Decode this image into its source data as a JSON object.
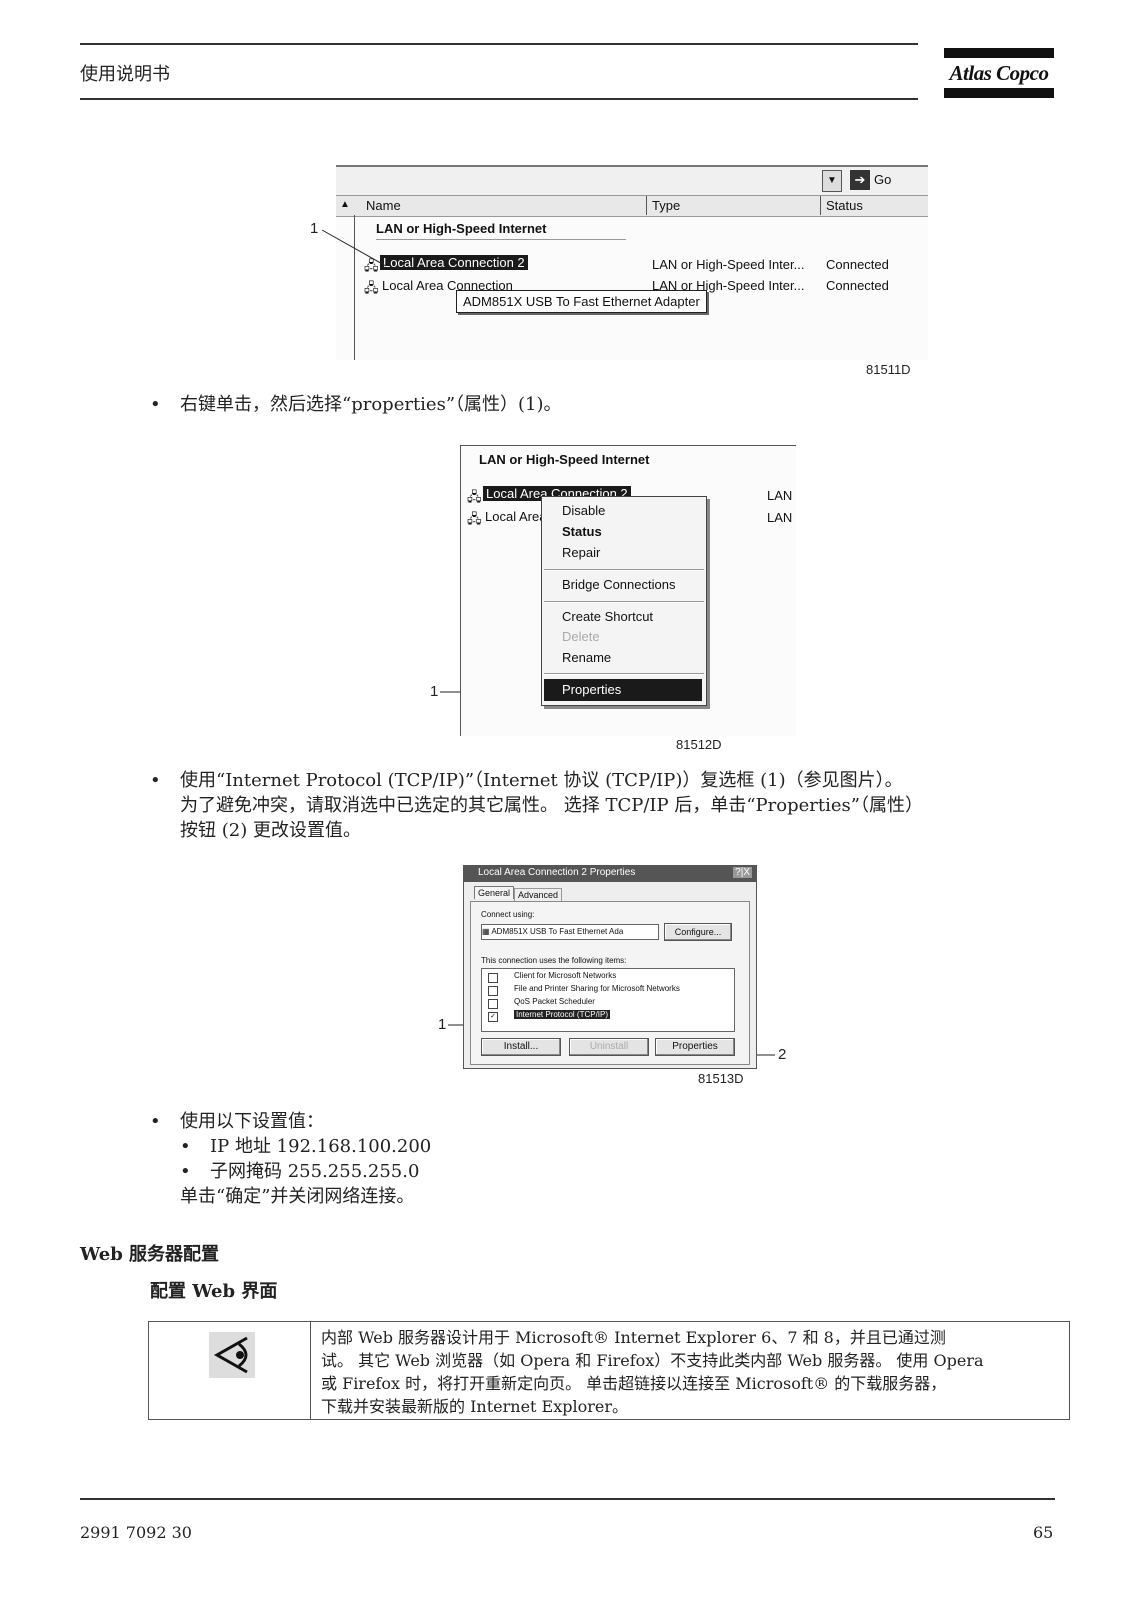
{
  "header": {
    "title": "使用说明书",
    "logo": "Atlas Copco"
  },
  "fig1": {
    "address_go": "Go",
    "columns": [
      "Name",
      "Type",
      "Status"
    ],
    "group": "LAN or High-Speed Internet",
    "rows": [
      {
        "name": "Local Area Connection 2",
        "type": "LAN or High-Speed Inter...",
        "status": "Connected"
      },
      {
        "name": "Local Area Connection",
        "type": "LAN or High-Speed Inter...",
        "status": "Connected"
      }
    ],
    "tooltip": "ADM851X USB To Fast Ethernet Adapter",
    "callout": "1",
    "figure_id": "81511D"
  },
  "step1": "右键单击，然后选择“properties”（属性）(1)。",
  "fig2": {
    "group": "LAN or High-Speed Internet",
    "row1": "Local Area Connection 2",
    "row2": "Local Area Connection",
    "col_partial": "LAN",
    "menu": [
      "Disable",
      "Status",
      "Repair",
      "Bridge Connections",
      "Create Shortcut",
      "Delete",
      "Rename",
      "Properties"
    ],
    "callout": "1",
    "figure_id": "81512D"
  },
  "step2": [
    "使用“Internet Protocol (TCP/IP)”（Internet 协议 (TCP/IP)）复选框 (1)（参见图片）。",
    "为了避免冲突，请取消选中已选定的其它属性。 选择 TCP/IP 后，单击“Properties”（属性）",
    "按钮 (2) 更改设置值。"
  ],
  "fig3": {
    "title": "Local Area Connection 2 Properties",
    "title_buttons": "?|X",
    "tabs": [
      "General",
      "Advanced"
    ],
    "connect_using": "Connect using:",
    "adapter": "ADM851X USB To Fast Ethernet Ada",
    "configure": "Configure...",
    "uses_items": "This connection uses the following items:",
    "items": [
      "Client for Microsoft Networks",
      "File and Printer Sharing for Microsoft Networks",
      "QoS Packet Scheduler",
      "Internet Protocol (TCP/IP)"
    ],
    "buttons": [
      "Install...",
      "Uninstall",
      "Properties"
    ],
    "callout1": "1",
    "callout2": "2",
    "figure_id": "81513D"
  },
  "step3": {
    "intro": "使用以下设置值：",
    "ip": "IP 地址 192.168.100.200",
    "mask": "子网掩码 255.255.255.0",
    "close": "单击“确定”并关闭网络连接。"
  },
  "section_title": "Web 服务器配置",
  "subsection_title": "配置 Web 界面",
  "note": [
    "内部 Web 服务器设计用于 Microsoft® Internet Explorer 6、7 和 8，并且已通过测",
    "试。 其它 Web 浏览器（如 Opera 和 Firefox）不支持此类内部 Web 服务器。 使用 Opera",
    "或 Firefox 时，将打开重新定向页。 单击超链接以连接至 Microsoft® 的下载服务器，",
    "下载并安装最新版的 Internet Explorer。"
  ],
  "footer": {
    "doc_number": "2991 7092 30",
    "page": "65"
  }
}
